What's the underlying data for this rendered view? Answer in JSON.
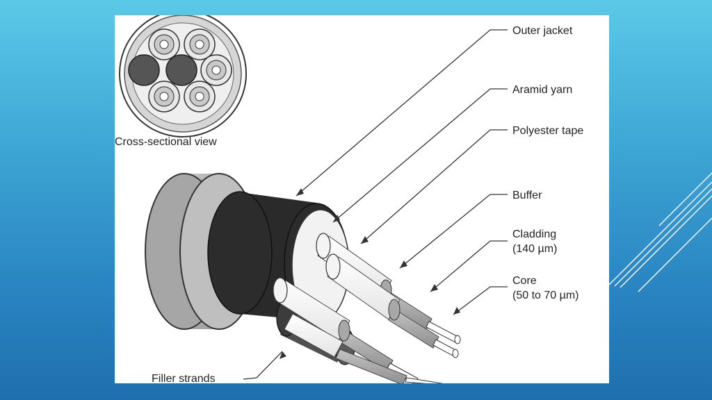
{
  "diagram": {
    "cross_section_caption": "Cross-sectional view",
    "labels": {
      "outer_jacket": "Outer jacket",
      "aramid_yarn": "Aramid yarn",
      "polyester_tape": "Polyester tape",
      "buffer": "Buffer",
      "cladding_name": "Cladding",
      "cladding_size": "(140 µm)",
      "core_name": "Core",
      "core_size": "(50 to 70 µm)",
      "filler_strands": "Filler strands"
    }
  },
  "colors": {
    "background_top": "#5cc9e8",
    "background_bottom": "#1f6fae",
    "jacket": "#b8b8b8",
    "aramid": "#2a2a2a",
    "filler": "#555555",
    "buffer": "#ffffff",
    "cladding": "#a8a8a8"
  }
}
